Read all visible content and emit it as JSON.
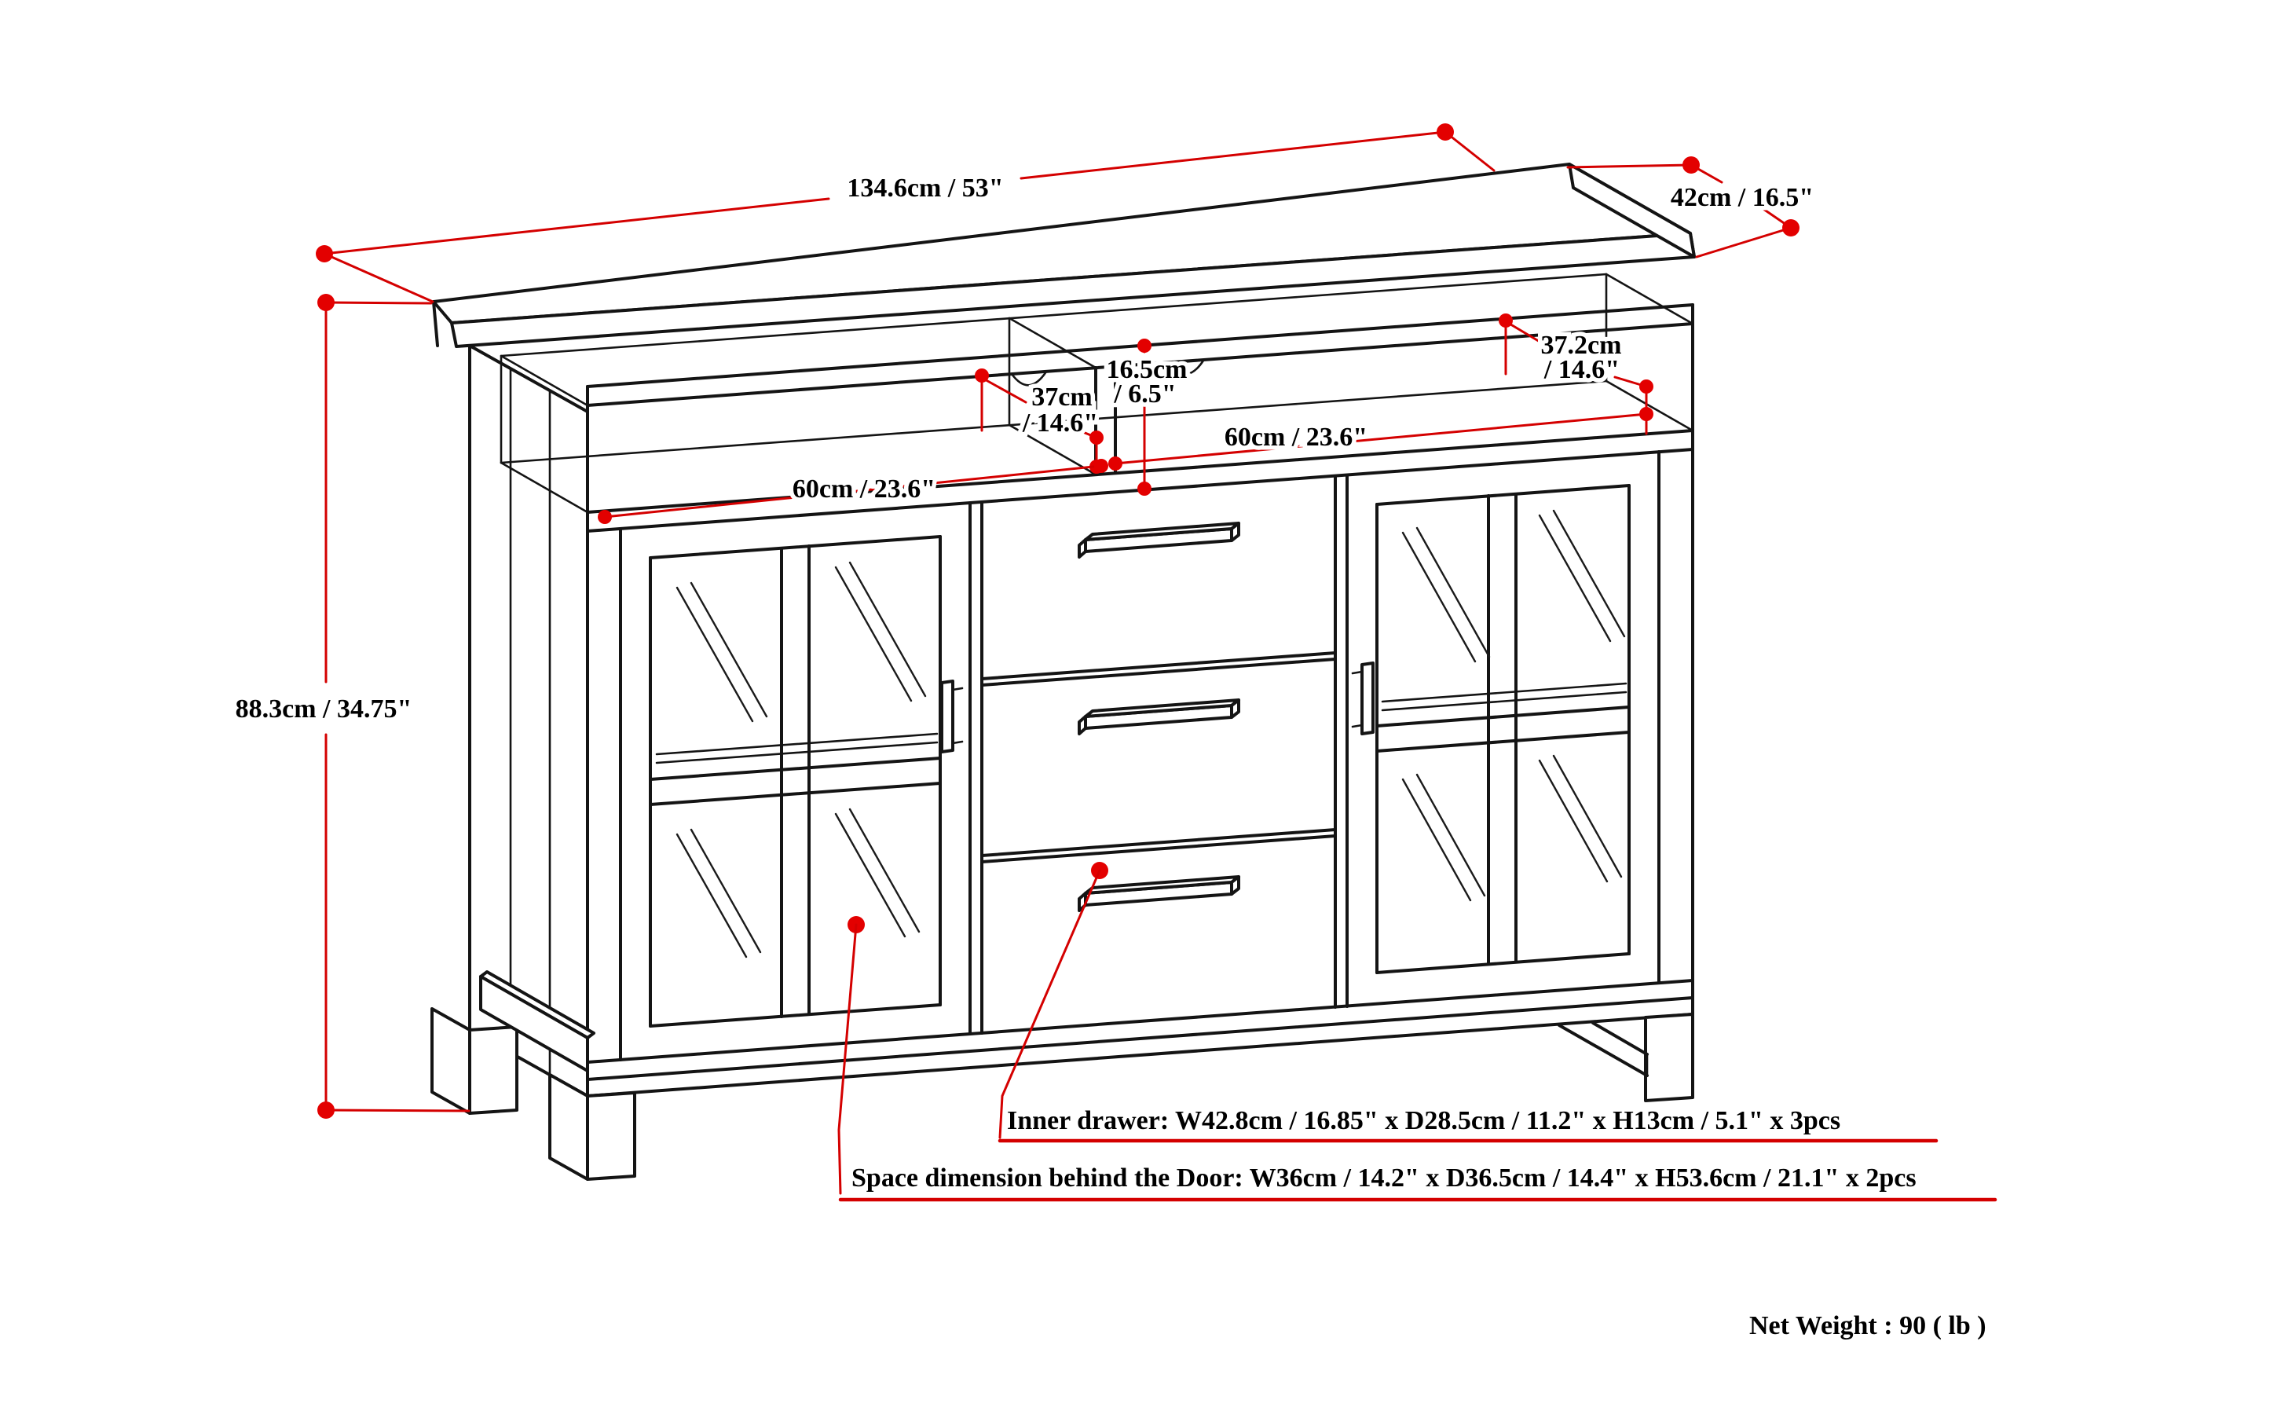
{
  "diagram": {
    "subject": "TV stand line drawing with dimension callouts",
    "colors": {
      "dimension_red": "#d40000",
      "outline": "#141414",
      "background": "#ffffff"
    }
  },
  "dims": {
    "width": {
      "label": "134.6cm / 53\""
    },
    "depth": {
      "label": "42cm / 16.5\""
    },
    "height": {
      "label": "88.3cm / 34.75\""
    },
    "shelf_left_width": {
      "line1": "37cm",
      "line2": "/ 14.6\""
    },
    "shelf_height": {
      "line1": "16.5cm",
      "line2": "/ 6.5\""
    },
    "shelf_right_depth": {
      "line1": "37.2cm",
      "line2": "/ 14.6\""
    },
    "bay_left": {
      "label": "60cm / 23.6\""
    },
    "bay_right": {
      "label": "60cm / 23.6\""
    }
  },
  "notes": {
    "inner_drawer": "Inner drawer: W42.8cm / 16.85\" x D28.5cm / 11.2\" x H13cm / 5.1\" x 3pcs",
    "door_space": "Space dimension behind the Door: W36cm / 14.2\" x D36.5cm / 14.4\" x H53.6cm / 21.1\" x 2pcs",
    "net_weight": "Net Weight : 90 ( lb )"
  }
}
